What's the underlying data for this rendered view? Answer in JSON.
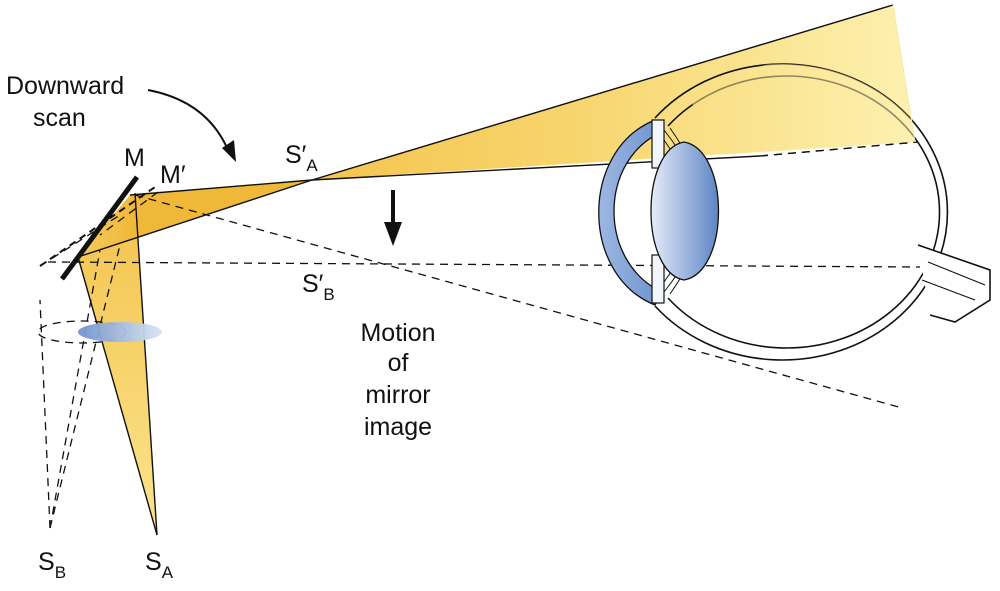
{
  "labels": {
    "scan_line1": "Downward",
    "scan_line2": "scan",
    "mirror": "M",
    "mirror_prime": "M′",
    "sa_prime_main": "S′",
    "sa_prime_sub": "A",
    "sb_prime_main": "S′",
    "sb_prime_sub": "B",
    "motion_line1": "Motion",
    "motion_line2": "of",
    "motion_line3": "mirror",
    "motion_line4": "image",
    "sb_main": "S",
    "sb_sub": "B",
    "sa_main": "S",
    "sa_sub": "A"
  },
  "colors": {
    "beam_light": "#fdf3b4",
    "beam_dark": "#f3c04a",
    "lens_blue": "#5f87c8",
    "lens_light": "#dfe8f6",
    "line": "#111111"
  },
  "icons": {
    "scan_arrow": "curved-arrow-icon",
    "motion_arrow": "down-arrow-icon"
  }
}
